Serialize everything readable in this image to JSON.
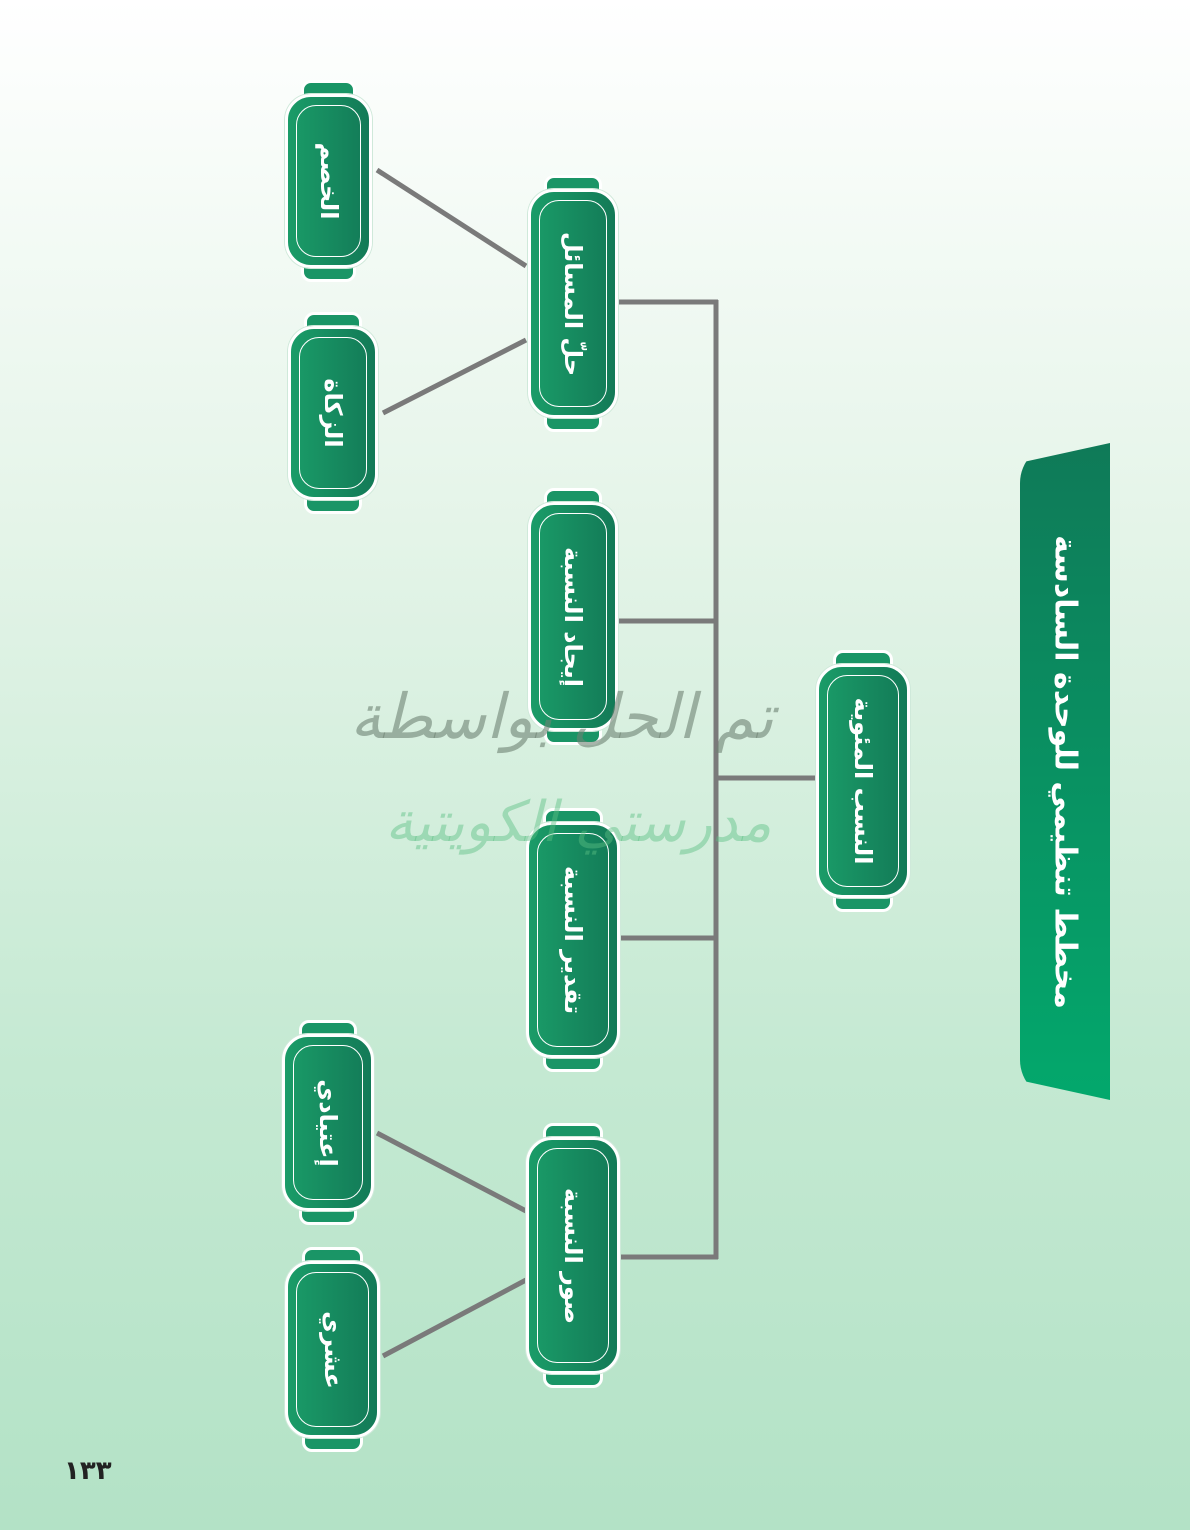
{
  "title": "مخطط تنظيمي للوحدة السادسة",
  "root": {
    "label": "النسب المئوية"
  },
  "branches": [
    {
      "label": "حلّ المسائل",
      "children": [
        "الخصم",
        "الزكاة"
      ]
    },
    {
      "label": "إيجاد النسبة",
      "children": []
    },
    {
      "label": "تقدير النسبة",
      "children": []
    },
    {
      "label": "صور النسبة",
      "children": [
        "إعتيادي",
        "عشري"
      ]
    }
  ],
  "watermark": [
    "تم الحل بواسطة",
    "مدرستي الكويتية"
  ],
  "page_number": "١٣٣",
  "colors": {
    "node": "#1a9566",
    "connector": "#7a7a7a",
    "title_band": "#0f7a58"
  }
}
